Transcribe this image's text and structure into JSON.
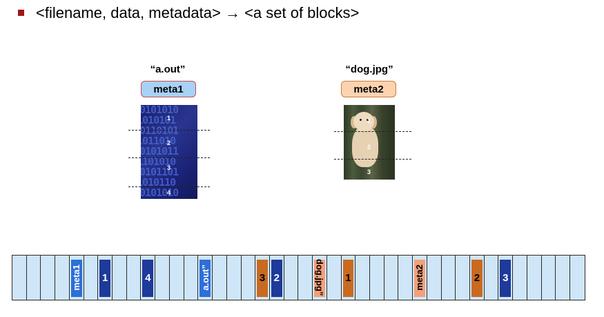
{
  "heading": "<filename, data, metadata> → <a set of blocks>",
  "files": [
    {
      "name": "“a.out”",
      "meta": "meta1",
      "blocks": [
        "1",
        "2",
        "3",
        "4"
      ]
    },
    {
      "name": "“dog.jpg”",
      "meta": "meta2",
      "blocks": [
        "1",
        "2",
        "3"
      ]
    }
  ],
  "binary_pattern": [
    "0101010",
    "1010101",
    "0110101",
    "1011010",
    "0101011",
    "1101010",
    "0101101",
    "1010110"
  ],
  "disk_blocks": [
    "",
    "",
    "",
    "",
    "meta1",
    "",
    "1",
    "",
    "",
    "4",
    "",
    "",
    "",
    "a.out”",
    "",
    "",
    "",
    "3",
    "2",
    "",
    "",
    "dog.jpg”",
    "",
    "1",
    "",
    "",
    "",
    "",
    "meta2",
    "",
    "",
    "",
    "2",
    "",
    "3",
    "",
    "",
    "",
    "",
    ""
  ],
  "colors": {
    "meta1_fill": "#2e6fd8",
    "aout_fill": "#1e3a9a",
    "aout_text": "#ffffff",
    "dog_fill": "#c96a1f",
    "meta2_fill": "#f3a07a",
    "empty": "#cfe6f8"
  }
}
